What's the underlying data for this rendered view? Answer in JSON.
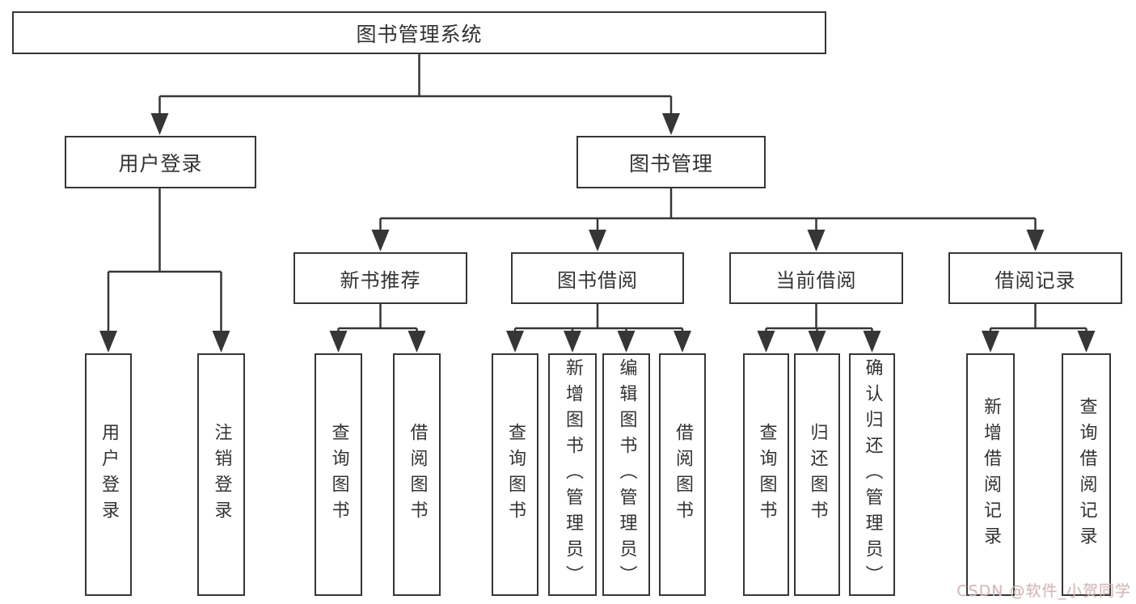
{
  "tree": {
    "label": "图书管理系统",
    "children": [
      {
        "label": "用户登录",
        "children": [
          {
            "label": "用户登录"
          },
          {
            "label": "注销登录"
          }
        ]
      },
      {
        "label": "图书管理",
        "children": [
          {
            "label": "新书推荐",
            "children": [
              {
                "label": "查询图书"
              },
              {
                "label": "借阅图书"
              }
            ]
          },
          {
            "label": "图书借阅",
            "children": [
              {
                "label": "查询图书"
              },
              {
                "label": "新增图书（管理员）"
              },
              {
                "label": "编辑图书（管理员）"
              },
              {
                "label": "借阅图书"
              }
            ]
          },
          {
            "label": "当前借阅",
            "children": [
              {
                "label": "查询图书"
              },
              {
                "label": "归还图书"
              },
              {
                "label": "确认归还（管理员）"
              }
            ]
          },
          {
            "label": "借阅记录",
            "children": [
              {
                "label": "新增借阅记录"
              },
              {
                "label": "查询借阅记录"
              }
            ]
          }
        ]
      }
    ]
  },
  "watermark": {
    "text": "CSDN @软件_小贺同学"
  },
  "colors": {
    "line": "#363636",
    "box_border": "#363636",
    "box_fill": "#ffffff",
    "text": "#333333",
    "background": "#ffffff",
    "watermark": "#d6b8b8"
  }
}
